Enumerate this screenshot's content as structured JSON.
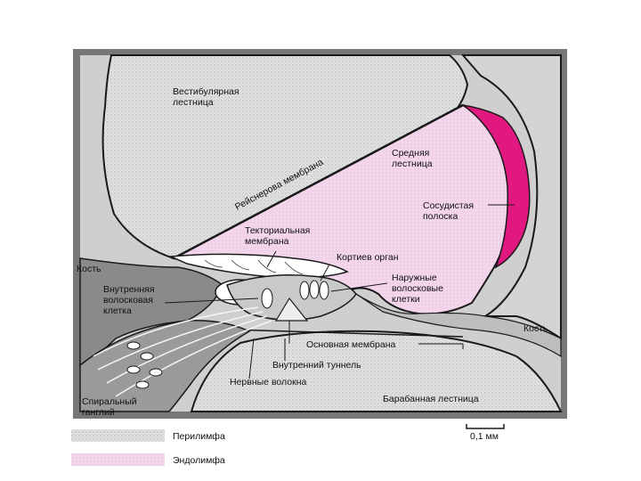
{
  "colors": {
    "background": "#ffffff",
    "perilymph": "#dcdcdc",
    "endolymph": "#f2d4ea",
    "stria": "#e0187f",
    "bone": "#6b6b6b",
    "outline": "#1a1a1a"
  },
  "labels": {
    "vestibular_scala": "Вестибулярная\nлестница",
    "reissner_membrane": "Рейснерова мембрана",
    "scala_media": "Средняя\nлестница",
    "stria_vascularis": "Сосудистая\nполоска",
    "tectorial_membrane": "Текториальная\nмембрана",
    "organ_of_corti": "Кортиев орган",
    "bone_left": "Кость",
    "inner_hair_cell": "Внутренняя\nволосковая\nклетка",
    "outer_hair_cells": "Наружные\nволосковые\nклетки",
    "bone_right": "Кость",
    "basilar_membrane": "Основная мембрана",
    "inner_tunnel": "Внутренний туннель",
    "nerve_fibers": "Нервные волокна",
    "spiral_ganglion": "Спиральный\nганглий",
    "scala_tympani": "Барабанная лестница"
  },
  "legend": {
    "perilymph": "Перилимфа",
    "endolymph": "Эндолимфа"
  },
  "scale_bar": "0,1 мм"
}
